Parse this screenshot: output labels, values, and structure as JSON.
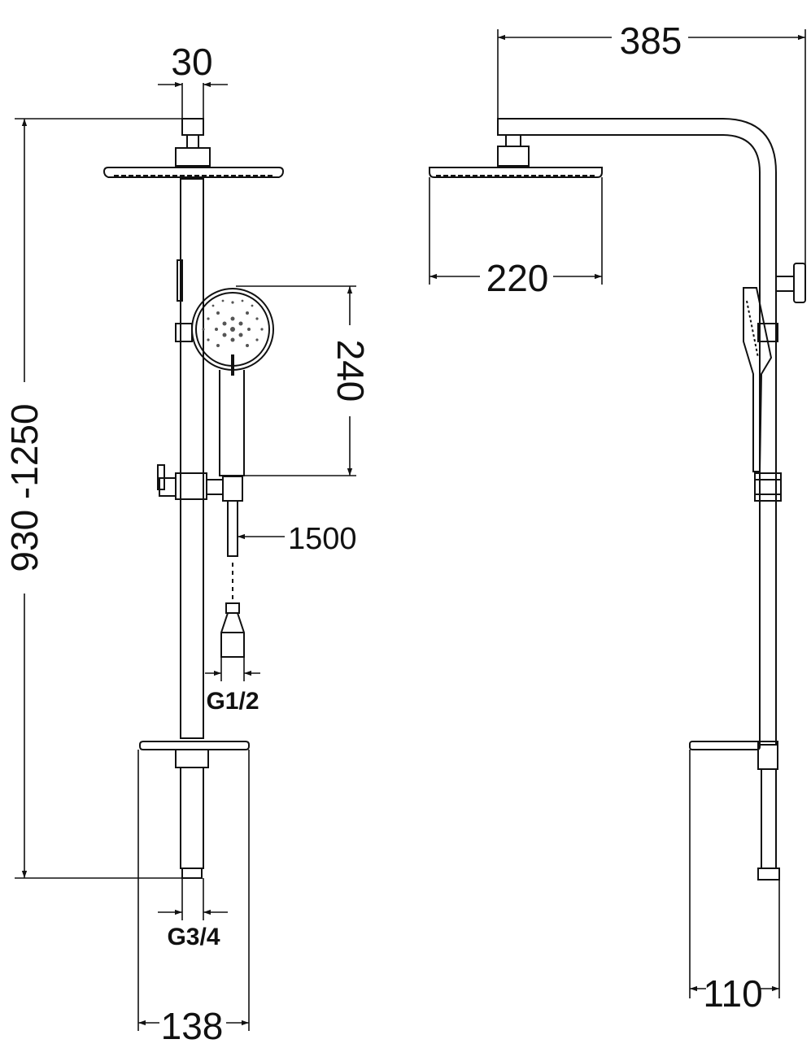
{
  "drawing": {
    "front_view": {
      "dims": {
        "top_width": "30",
        "height_range": "930 -1250",
        "hand_shower_length": "240",
        "hose_length": "1500",
        "hose_thread": "G1/2",
        "inlet_thread": "G3/4",
        "shelf_width": "138"
      }
    },
    "side_view": {
      "dims": {
        "arm_reach": "385",
        "head_width": "220",
        "shelf_depth": "110"
      }
    }
  }
}
